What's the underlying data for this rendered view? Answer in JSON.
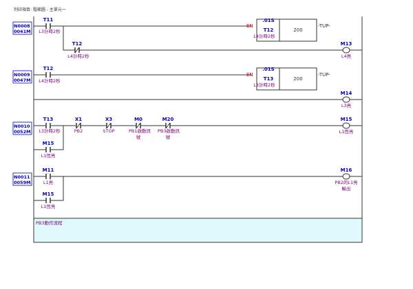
{
  "header": "列印項目: 階梯圖 - 主單元一",
  "rungs": [
    {
      "no": "N0008",
      "addr": "0041M",
      "contacts": [
        {
          "name": "T11",
          "comment": "L3計時2秒",
          "type": "NO"
        }
      ],
      "branch": {
        "name": "T12",
        "comment": "L4計時2秒",
        "type": "NC"
      },
      "timer": {
        "en": "EN",
        "base": ".01S",
        "name": "T12",
        "comment": "L4計時2秒",
        "preset": "200",
        "out": "TUP"
      },
      "coil": {
        "name": "M13",
        "comment": "L4亮"
      }
    },
    {
      "no": "N0009",
      "addr": "0047M",
      "contacts": [
        {
          "name": "T12",
          "comment": "L4計時2秒",
          "type": "NO"
        }
      ],
      "timer": {
        "en": "EN",
        "base": ".01S",
        "name": "T13",
        "comment": "L3計時2秒",
        "preset": "200",
        "out": "TUP"
      },
      "coil": {
        "name": "M14",
        "comment": "L3亮"
      }
    },
    {
      "no": "N0010",
      "addr": "0052M",
      "contacts": [
        {
          "name": "T13",
          "comment": "L3計時2秒",
          "type": "NO"
        },
        {
          "name": "X1",
          "comment": "PB2",
          "type": "NC"
        },
        {
          "name": "X3",
          "comment": "STOP",
          "type": "NC"
        },
        {
          "name": "M0",
          "comment": "PB1啟動訊",
          "comment2": "號",
          "type": "NC"
        },
        {
          "name": "M20",
          "comment": "PB3啟動訊",
          "comment2": "號",
          "type": "NC"
        }
      ],
      "parallel": {
        "name": "M15",
        "comment": "L1恆亮",
        "type": "NO"
      },
      "coil": {
        "name": "M15",
        "comment": "L1恆亮"
      }
    },
    {
      "no": "N0011",
      "addr": "0059M",
      "contacts": [
        {
          "name": "M11",
          "comment": "L1亮",
          "type": "NO"
        }
      ],
      "parallel": {
        "name": "M15",
        "comment": "L1恆亮",
        "type": "NO"
      },
      "coil": {
        "name": "M16",
        "comment": "PB2的L1亮",
        "comment2": "輸出"
      }
    }
  ],
  "comment_block": "PB3動作流程"
}
